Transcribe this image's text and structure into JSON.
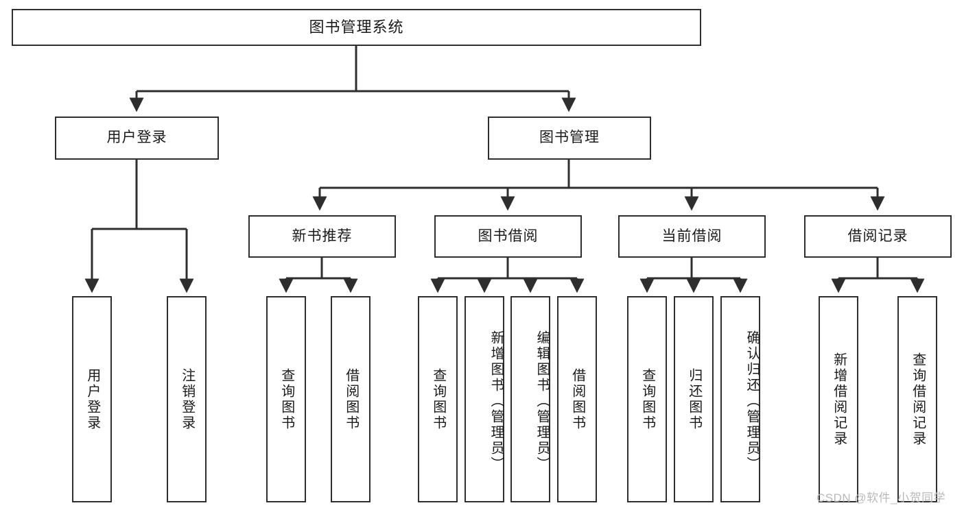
{
  "diagram": {
    "title": "图书管理系统",
    "type": "hierarchy-tree",
    "root": {
      "label": "图书管理系统"
    },
    "level2": [
      {
        "label": "用户登录"
      },
      {
        "label": "图书管理"
      }
    ],
    "level3": [
      {
        "label": "新书推荐"
      },
      {
        "label": "图书借阅"
      },
      {
        "label": "当前借阅"
      },
      {
        "label": "借阅记录"
      }
    ],
    "leaves": {
      "user_login": [
        {
          "label": "用户登录"
        },
        {
          "label": "注销登录"
        }
      ],
      "new_book_recommend": [
        {
          "label": "查询图书"
        },
        {
          "label": "借阅图书"
        }
      ],
      "book_borrow": [
        {
          "label": "查询图书"
        },
        {
          "label": "新增图书（管理员）"
        },
        {
          "label": "编辑图书（管理员）"
        },
        {
          "label": "借阅图书"
        }
      ],
      "current_borrow": [
        {
          "label": "查询图书"
        },
        {
          "label": "归还图书"
        },
        {
          "label": "确认归还（管理员）"
        }
      ],
      "borrow_record": [
        {
          "label": "新增借阅记录"
        },
        {
          "label": "查询借阅记录"
        }
      ]
    },
    "watermark": "CSDN @软件_小贺同学",
    "colors": {
      "stroke": "#2e2e2e",
      "fill": "#ffffff",
      "text": "#1a1a1a",
      "watermark": "#b9b9b9"
    }
  }
}
